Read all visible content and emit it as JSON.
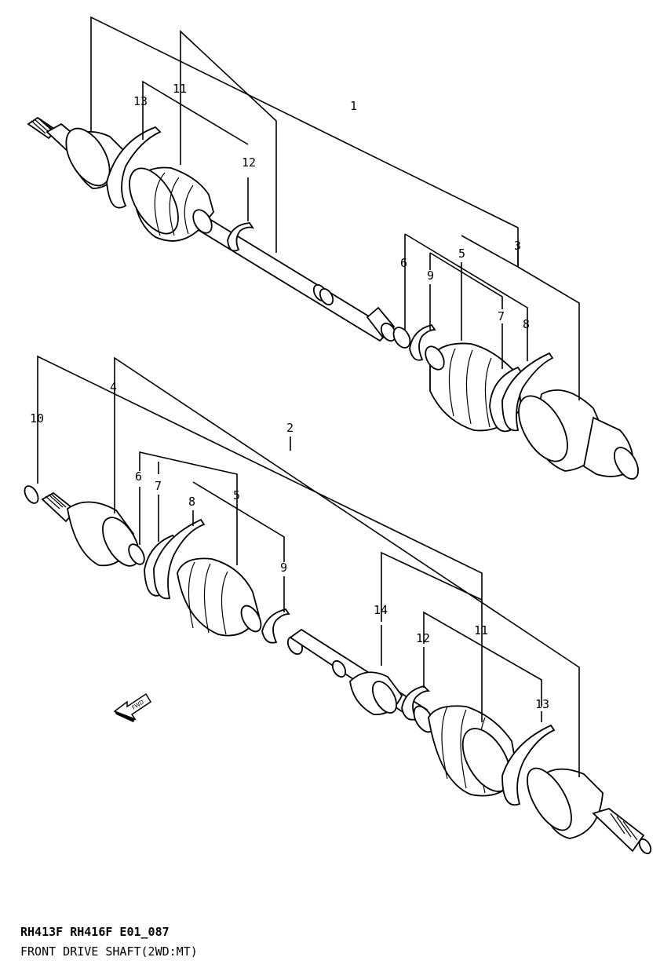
{
  "diagram": {
    "callouts": {
      "c1": "1",
      "c2": "2",
      "c3": "3",
      "c4": "4",
      "c5a": "5",
      "c5b": "5",
      "c6a": "6",
      "c6b": "6",
      "c7a": "7",
      "c7b": "7",
      "c8a": "8",
      "c8b": "8",
      "c9a": "9",
      "c9b": "9",
      "c10": "10",
      "c11a": "11",
      "c11b": "11",
      "c12a": "12",
      "c12b": "12",
      "c13a": "13",
      "c13b": "13",
      "c14": "14"
    },
    "direction_arrow_label": "FWD"
  },
  "caption": {
    "line1": "RH413F RH416F E01_087",
    "line2": "FRONT DRIVE SHAFT(2WD:MT)"
  }
}
